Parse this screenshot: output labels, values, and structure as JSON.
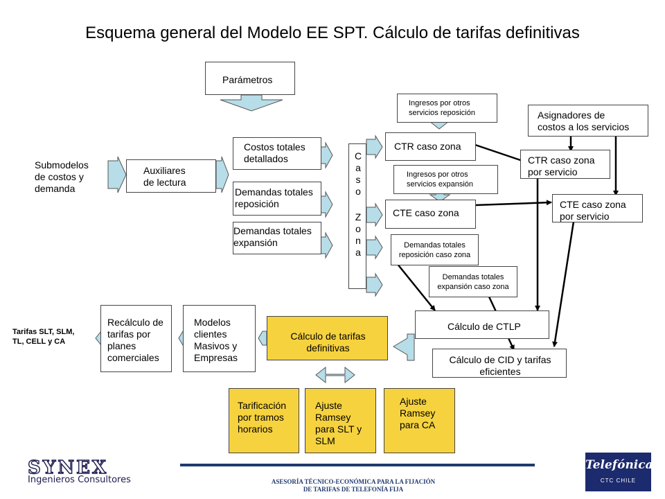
{
  "title": "Esquema general del Modelo EE SPT. Cálculo de tarifas definitivas",
  "nodes": {
    "parametros": "Parámetros",
    "submodelos": "Submodelos\nde costos y\ndemanda",
    "auxiliares": "Auxiliares\nde lectura",
    "costos_totales": "Costos totales\ndetallados",
    "demandas_reposicion": "Demandas totales\nreposición",
    "demandas_expansion": "Demandas totales\nexpansión",
    "caso_zona": [
      "C",
      "a",
      "s",
      "o",
      "",
      "Z",
      "o",
      "n",
      "a"
    ],
    "ingresos_reposicion": "Ingresos por otros\nservicios reposición",
    "ingresos_expansion": "Ingresos por otros\nservicios expansión",
    "ctr_caso_zona": "CTR caso zona",
    "cte_caso_zona": "CTE caso zona",
    "asignadores": "Asignadores de\ncostos a los servicios",
    "ctr_por_servicio": "CTR caso zona\npor servicio",
    "cte_por_servicio": "CTE caso zona\npor servicio",
    "demandas_rep_caso_zona": "Demandas totales\nreposición caso zona",
    "demandas_exp_caso_zona": "Demandas totales\nexpansión caso zona",
    "calculo_ctlp": "Cálculo de CTLP",
    "calculo_cid": "Cálculo de CID y tarifas\neficientes",
    "calculo_definitivas": "Cálculo de tarifas\ndefinitivas",
    "modelos_clientes": "Modelos\nclientes\nMasivos y\nEmpresas",
    "recalculo": "Recálculo de\ntarifas por\nplanes\ncomerciales",
    "tarifas_slt": "Tarifas SLT, SLM,\nTL, CELL y CA",
    "tarificacion": "Tarificación\npor tramos\nhorarios",
    "ramsey_slt": "Ajuste\nRamsey\npara SLT y\nSLM",
    "ramsey_ca": "Ajuste\nRamsey\npara CA"
  },
  "footer": {
    "logo_synex": "SYNEX",
    "logo_synex_sub": "Ingenieros Consultores",
    "asesoria": "ASESORÍA TÉCNICO-ECONÓMICA PARA LA FIJACIÓN\nDE TARIFAS DE TELEFONÍA FIJA",
    "logo_telefonica": "Telefónica",
    "logo_telefonica_sub": "CTC CHILE"
  },
  "colors": {
    "yellow": "#f6d23e",
    "arrow_fill": "#b7dde8",
    "arrow_stroke": "#555555",
    "navy": "#1f3a6e"
  }
}
